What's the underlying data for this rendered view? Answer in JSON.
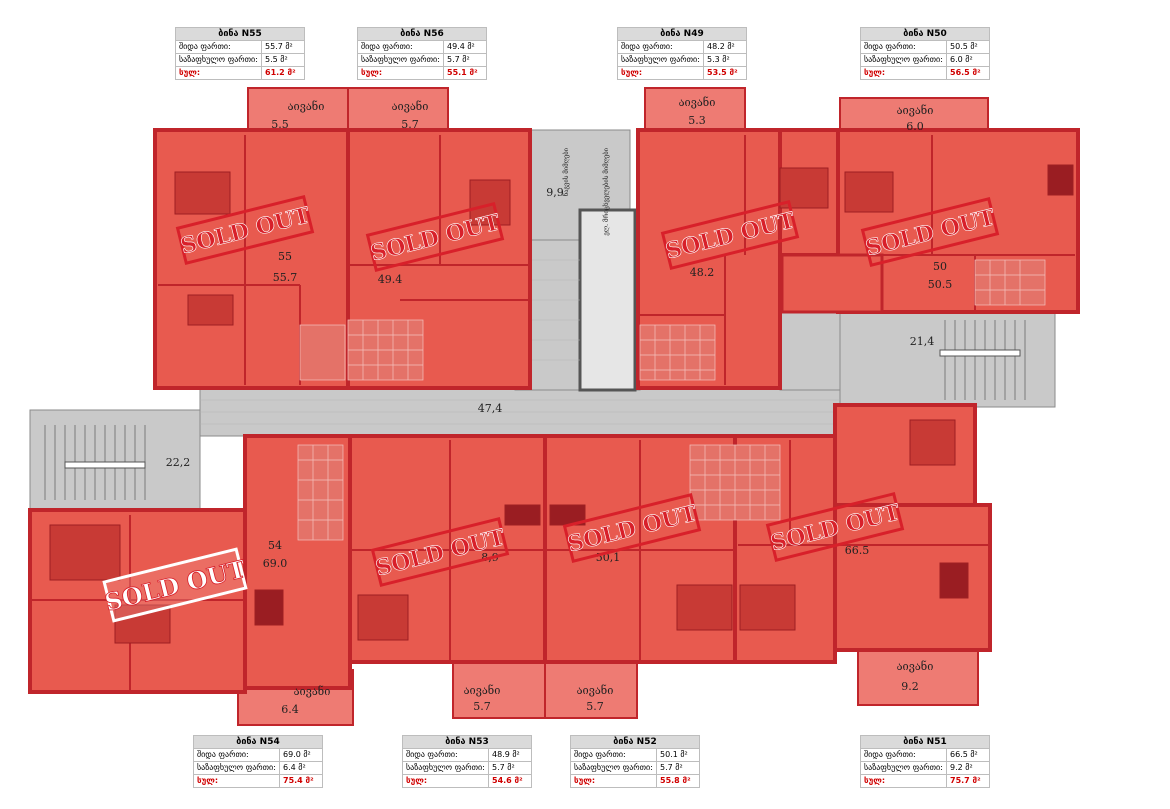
{
  "stamp_text": "SOLD OUT",
  "colors": {
    "unit_fill": "#e85a4f",
    "unit_wall": "#c0252b",
    "common_fill": "#c9c9c9",
    "stamp_red": "#d8202a",
    "total_red": "#d00000"
  },
  "info_boxes": [
    {
      "title": "ბინა N55",
      "r1_label": "შიდა ფართი:",
      "r1_value": "55.7 მ²",
      "r2_label": "საზაფხულო ფართი:",
      "r2_value": "5.5 მ²",
      "r3_label": "სულ:",
      "r3_value": "61.2 მ²"
    },
    {
      "title": "ბინა N56",
      "r1_label": "შიდა ფართი:",
      "r1_value": "49.4 მ²",
      "r2_label": "საზაფხულო ფართი:",
      "r2_value": "5.7 მ²",
      "r3_label": "სულ:",
      "r3_value": "55.1 მ²"
    },
    {
      "title": "ბინა N49",
      "r1_label": "შიდა ფართი:",
      "r1_value": "48.2 მ²",
      "r2_label": "საზაფხულო ფართი:",
      "r2_value": "5.3 მ²",
      "r3_label": "სულ:",
      "r3_value": "53.5 მ²"
    },
    {
      "title": "ბინა N50",
      "r1_label": "შიდა ფართი:",
      "r1_value": "50.5 მ²",
      "r2_label": "საზაფხულო ფართი:",
      "r2_value": "6.0 მ²",
      "r3_label": "სულ:",
      "r3_value": "56.5 მ²"
    },
    {
      "title": "ბინა N54",
      "r1_label": "შიდა ფართი:",
      "r1_value": "69.0 მ²",
      "r2_label": "საზაფხულო ფართი:",
      "r2_value": "6.4 მ²",
      "r3_label": "სულ:",
      "r3_value": "75.4 მ²"
    },
    {
      "title": "ბინა N53",
      "r1_label": "შიდა ფართი:",
      "r1_value": "48.9 მ²",
      "r2_label": "საზაფხულო ფართი:",
      "r2_value": "5.7 მ²",
      "r3_label": "სულ:",
      "r3_value": "54.6 მ²"
    },
    {
      "title": "ბინა N52",
      "r1_label": "შიდა ფართი:",
      "r1_value": "50.1 მ²",
      "r2_label": "საზაფხულო ფართი:",
      "r2_value": "5.7 მ²",
      "r3_label": "სულ:",
      "r3_value": "55.8 მ²"
    },
    {
      "title": "ბინა N51",
      "r1_label": "შიდა ფართი:",
      "r1_value": "66.5 მ²",
      "r2_label": "საზაფხულო ფართი:",
      "r2_value": "9.2 მ²",
      "r3_label": "სულ:",
      "r3_value": "75.7 მ²"
    }
  ],
  "balconies": [
    {
      "word": "აივანი",
      "area": "5.5"
    },
    {
      "word": "აივანი",
      "area": "5.7"
    },
    {
      "word": "აივანი",
      "area": "5.3"
    },
    {
      "word": "აივანი",
      "area": "6.0"
    },
    {
      "word": "აივანი",
      "area": "6.4"
    },
    {
      "word": "აივანი",
      "area": "5.7"
    },
    {
      "word": "აივანი",
      "area": "5.7"
    },
    {
      "word": "აივანი",
      "area": "9.2"
    }
  ],
  "units": [
    {
      "number": "55",
      "area": "55.7"
    },
    {
      "number": "",
      "area": "49.4"
    },
    {
      "number": "",
      "area": "48.2"
    },
    {
      "number": "50",
      "area": "50.5"
    },
    {
      "number": "54",
      "area": "69.0"
    },
    {
      "number": "",
      "area": "8,9"
    },
    {
      "number": "",
      "area": "50,1"
    },
    {
      "number": "",
      "area": "66.5"
    }
  ],
  "common_areas": {
    "corridor": "47,4",
    "shaft": "9,9",
    "stair_left": "22,2",
    "stair_right": "21,4"
  },
  "shaft_labels": [
    "ნაგვის მიმღები",
    "ელ. მრიცხველების მიმღები"
  ]
}
